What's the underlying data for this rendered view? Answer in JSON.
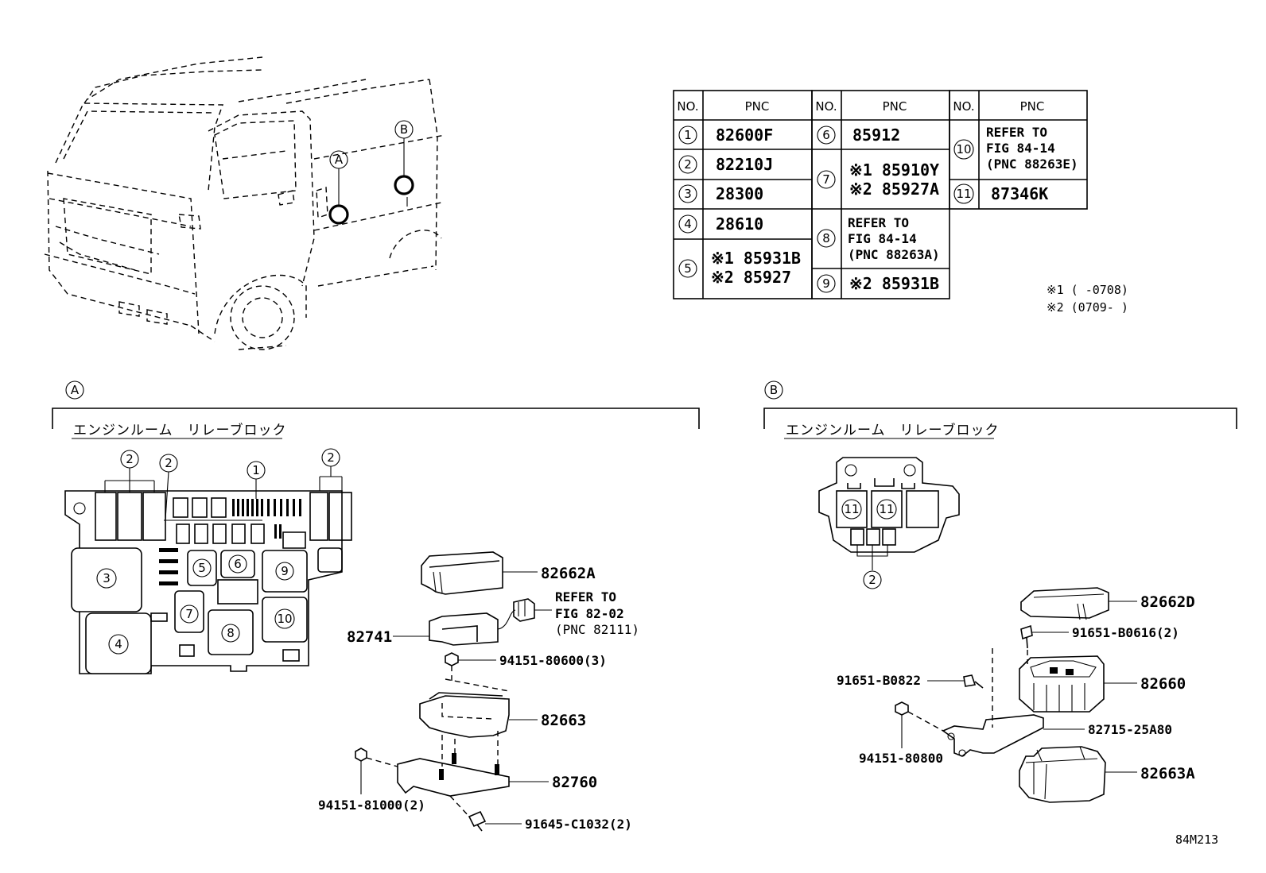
{
  "figure_code": "84M213",
  "callouts": {
    "a": "A",
    "b": "B"
  },
  "table": {
    "header_no": "NO.",
    "header_pnc": "PNC",
    "col1": [
      {
        "no": "1",
        "pnc": "82600F"
      },
      {
        "no": "2",
        "pnc": "82210J"
      },
      {
        "no": "3",
        "pnc": "28300"
      },
      {
        "no": "4",
        "pnc": "28610"
      },
      {
        "no": "5",
        "pnc_line1": "※1 85931B",
        "pnc_line2": "※2 85927"
      }
    ],
    "col2": [
      {
        "no": "6",
        "pnc": "85912"
      },
      {
        "no": "7",
        "pnc_line1": "※1 85910Y",
        "pnc_line2": "※2 85927A"
      },
      {
        "no": "8",
        "pnc_line1": "REFER TO",
        "pnc_line2": "FIG 84-14",
        "pnc_line3": "(PNC 88263A)"
      },
      {
        "no": "9",
        "pnc": "※2 85931B"
      }
    ],
    "col3": [
      {
        "no": "10",
        "pnc_line1": "REFER TO",
        "pnc_line2": "FIG 84-14",
        "pnc_line3": "(PNC 88263E)"
      },
      {
        "no": "11",
        "pnc": "87346K"
      }
    ]
  },
  "notes": {
    "note1": "※1 (      -0708)",
    "note2": "※2 (0709-      )"
  },
  "section_a": {
    "title": "エンジンルーム　リレーブロック",
    "box_numbers": [
      "2",
      "2",
      "1",
      "2",
      "3",
      "4",
      "5",
      "6",
      "7",
      "8",
      "9",
      "10"
    ],
    "parts": {
      "p82662a": "82662A",
      "refer1": "REFER TO",
      "refer2": "FIG 82-02",
      "refer3": "(PNC 82111)",
      "p82741": "82741",
      "p94151_80600": "94151-80600(3)",
      "p82663": "82663",
      "p82760": "82760",
      "p94151_81000": "94151-81000(2)",
      "p91645": "91645-C1032(2)"
    }
  },
  "section_b": {
    "title": "エンジンルーム　リレーブロック",
    "box_numbers": [
      "11",
      "11",
      "2"
    ],
    "parts": {
      "p82662d": "82662D",
      "p91651_b0616": "91651-B0616(2)",
      "p91651_b0822": "91651-B0822",
      "p82660": "82660",
      "p82715": "82715-25A80",
      "p94151_80800": "94151-80800",
      "p82663a": "82663A"
    }
  }
}
